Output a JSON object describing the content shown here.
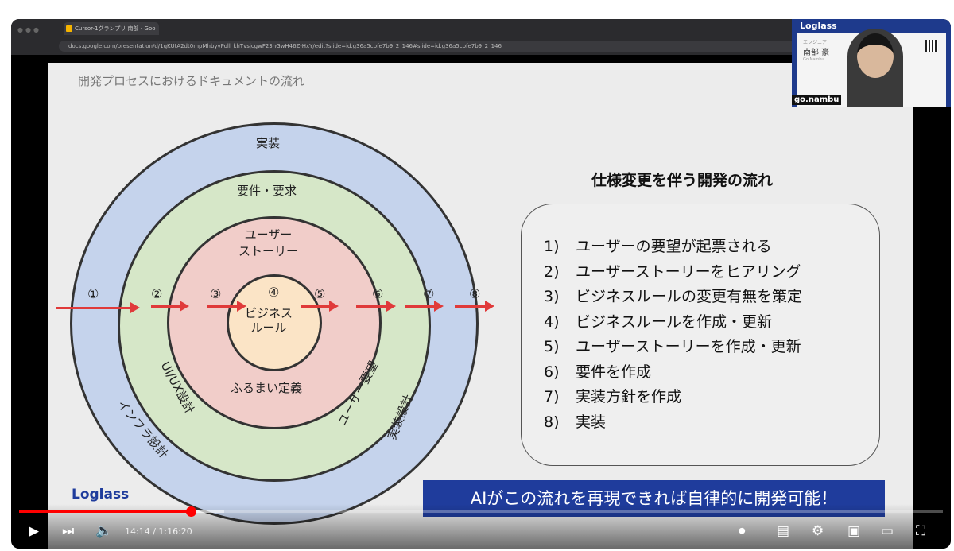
{
  "browser": {
    "tab_title": "Cursor-1グランプリ 南部 - Goo",
    "url": "docs.google.com/presentation/d/1qKUtA2dt0mpMhbyvPoll_khTvsjcgwF23hGwH46Z-HxY/edit?slide=id.g36a5cbfe7b9_2_146#slide=id.g36a5cbfe7b9_2_146"
  },
  "slide": {
    "title": "開発プロセスにおけるドキュメントの流れ",
    "rings": {
      "outer": "実装",
      "green": "要件・要求",
      "pink_top": "ユーザー\nストーリー",
      "core": "ビジネス\nルール",
      "pink_bottom": "ふるまい定義",
      "uiux": "UI/UX設計",
      "infra": "インフラ設計",
      "user_req": "ユーザー要望",
      "impl_design": "実装設計"
    },
    "steps_markers": [
      "①",
      "②",
      "③",
      "④",
      "⑤",
      "⑥",
      "⑦",
      "⑧"
    ],
    "right_title": "仕様変更を伴う開発の流れ",
    "steps": [
      {
        "n": "1)",
        "t": "ユーザーの要望が起票される"
      },
      {
        "n": "2)",
        "t": "ユーザーストーリーをヒアリング"
      },
      {
        "n": "3)",
        "t": "ビジネスルールの変更有無を策定"
      },
      {
        "n": "4)",
        "t": "ビジネスルールを作成・更新"
      },
      {
        "n": "5)",
        "t": "ユーザーストーリーを作成・更新"
      },
      {
        "n": "6)",
        "t": "要件を作成"
      },
      {
        "n": "7)",
        "t": "実装方針を作成"
      },
      {
        "n": "8)",
        "t": "実装"
      }
    ],
    "banner": "AIがこの流れを再現できれば自律的に開発可能！",
    "colors": {
      "outer": "#c5d3ec",
      "green": "#d6e7c8",
      "pink": "#f1cdc9",
      "core": "#fbe4c6",
      "arrow": "#e03a3a",
      "banner": "#1f3c9c"
    }
  },
  "camera": {
    "brand": "Loglass",
    "role": "エンジニア",
    "name": "南部 豪",
    "romaji": "Go Nambu",
    "username": "go.nambu"
  },
  "player": {
    "time": "14:14 / 1:16:20",
    "progress_percent": 18.6,
    "logo": "Loglass"
  }
}
